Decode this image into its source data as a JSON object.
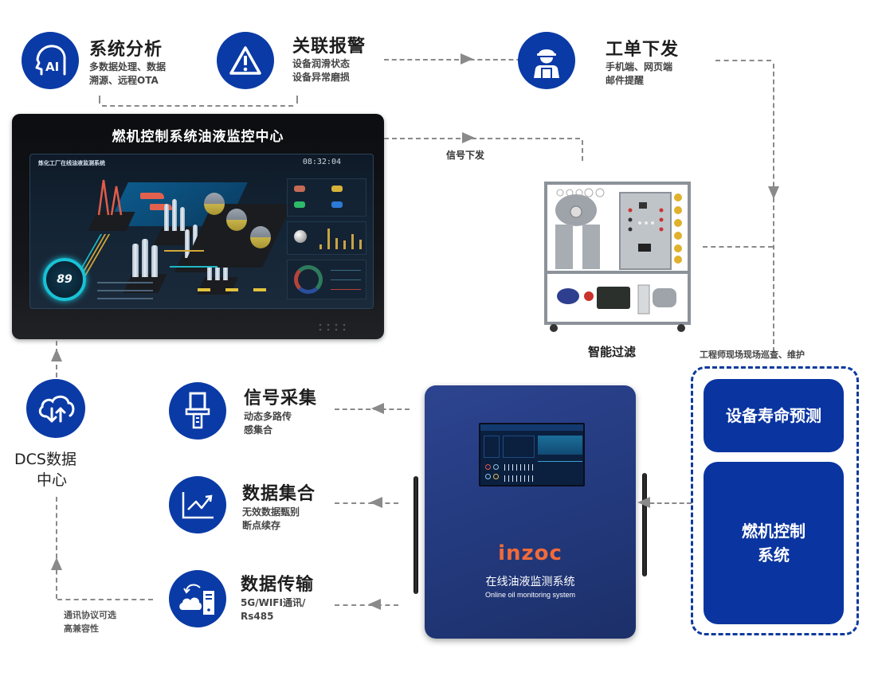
{
  "features": {
    "analysis": {
      "title": "系统分析",
      "lines": [
        "多数据处理、数据",
        "溯源、远程OTA"
      ],
      "icon": "ai-head-icon"
    },
    "alarm": {
      "title": "关联报警",
      "lines": [
        "设备润滑状态",
        "设备异常磨损"
      ],
      "icon": "warning-triangle-icon"
    },
    "work_order": {
      "title": "工单下发",
      "lines": [
        "手机端、网页端",
        "邮件提醒"
      ],
      "icon": "worker-icon"
    },
    "signal_collect": {
      "title": "信号采集",
      "lines": [
        "动态多路传",
        "感集合"
      ],
      "icon": "sensor-probe-icon"
    },
    "data_aggregate": {
      "title": "数据集合",
      "lines": [
        "无效数据甄别",
        "断点续存"
      ],
      "icon": "trend-chart-icon"
    },
    "data_transfer": {
      "title": "数据传输",
      "lines": [
        "5G/WIFI通讯/",
        "Rs485"
      ],
      "icon": "cloud-server-icon"
    }
  },
  "dcs": {
    "line1": "DCS数据",
    "line2": "中心",
    "icon": "cloud-sync-icon"
  },
  "monitor": {
    "title": "燃机控制系统油液监控中心",
    "dashboard_header": "炼化工厂在线油液监测系统",
    "clock": "08:32:04",
    "gauge_value": "89",
    "bars": [
      12,
      40,
      22,
      18,
      30,
      20,
      28
    ]
  },
  "connectors": {
    "signal_send": "信号下发",
    "protocol_line1": "通讯协议可选",
    "protocol_line2": "高兼容性",
    "engineer": "工程师现场现场巡查、维护"
  },
  "filter": {
    "label": "智能过滤"
  },
  "device": {
    "logo": "inzoc",
    "name_cn": "在线油液监测系统",
    "name_en": "Online oil monitoring system"
  },
  "right_group": {
    "life_prediction": "设备寿命预测",
    "control_line1": "燃机控制",
    "control_line2": "系统"
  },
  "colors": {
    "brand_blue": "#0a3aa6",
    "connector_gray": "#8a8a8a",
    "device_blue": "#233a7e",
    "logo_orange": "#f06a3a"
  }
}
